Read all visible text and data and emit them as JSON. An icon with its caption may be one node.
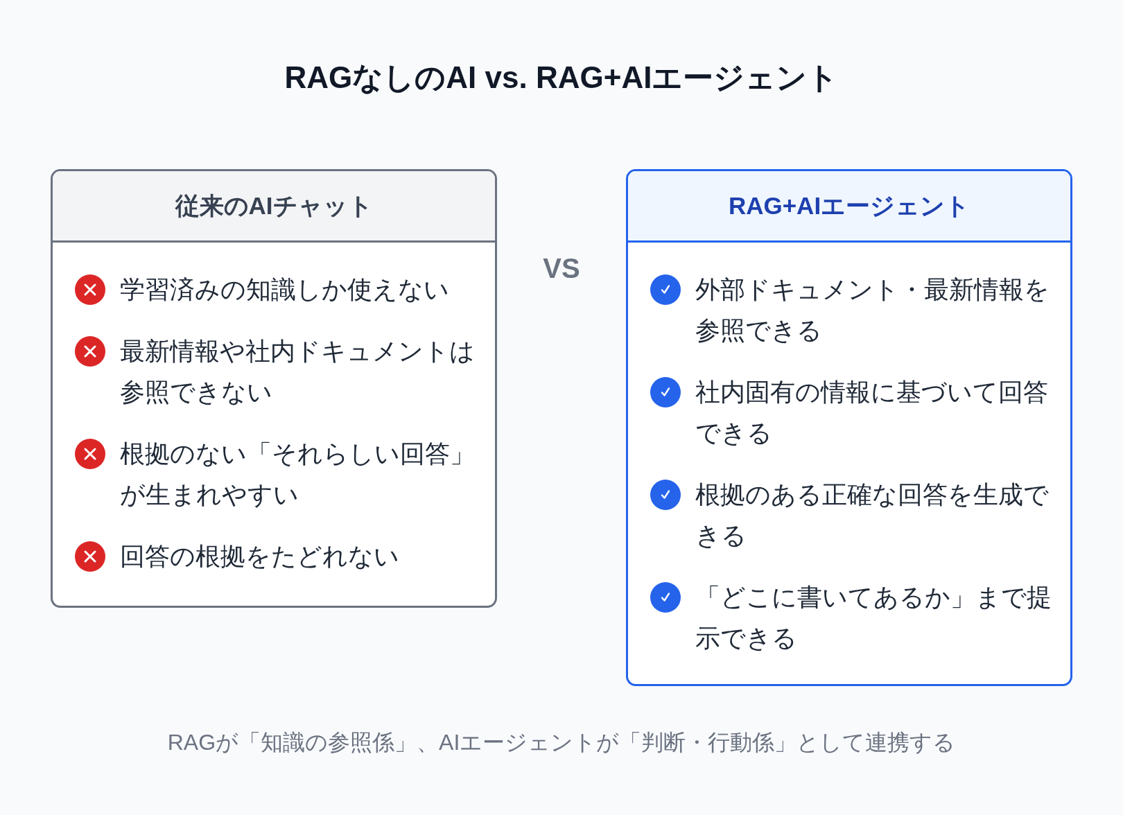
{
  "diagram": {
    "title": "RAGなしのAI vs. RAG+AIエージェント",
    "nodes": [
      {
        "text": [
          "従来のAIチャット",
          "学習済みの知識しか使えない",
          "最新情報や社内ドキュメントは参照できない",
          "根拠のない「それらしい回答」が生まれやすい",
          "回答の根拠をたどれない"
        ]
      },
      {
        "text": [
          "RAG+AIエージェント",
          "外部ドキュメント・最新情報を参照できる",
          "社内固有の情報に基づいて回答できる",
          "根拠のある正確な回答を生成できる",
          "「どこに書いてあるか」まで提示できる"
        ]
      }
    ],
    "labels": [
      "VS"
    ],
    "caption": "RAGが「知識の参照係」、AIエージェントが「判断・行動係」として連携する"
  }
}
